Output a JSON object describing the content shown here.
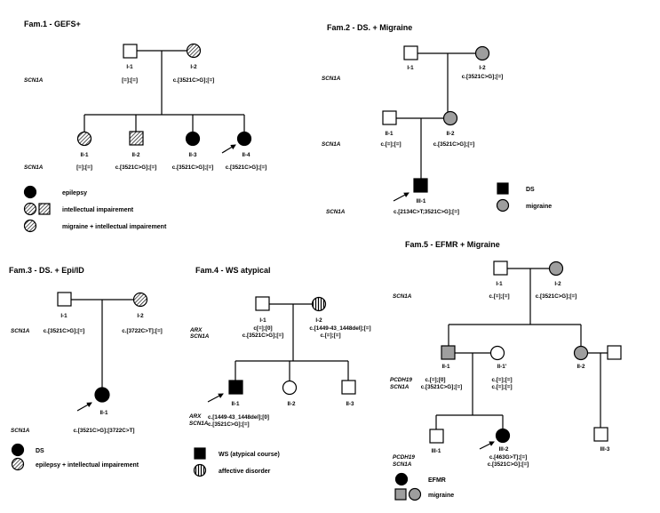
{
  "fam1": {
    "title": "Fam.1 - GEFS+",
    "gene": "SCN1A",
    "i1": {
      "id": "I-1",
      "geno": "[=];[=]"
    },
    "i2": {
      "id": "I-2",
      "geno": "c.[3521C>G];[=]"
    },
    "ii1": {
      "id": "II-1",
      "geno": "[=];[=]"
    },
    "ii2": {
      "id": "II-2",
      "geno": "c.[3521C>G];[=]"
    },
    "ii3": {
      "id": "II-3",
      "geno": "c.[3521C>G];[=]"
    },
    "ii4": {
      "id": "II-4",
      "geno": "c.[3521C>G];[=]"
    },
    "legend": [
      "epilepsy",
      "intellectual impairement",
      "migraine + intellectual impairement"
    ]
  },
  "fam2": {
    "title": "Fam.2 - DS. + Migraine",
    "gene": "SCN1A",
    "i1": {
      "id": "I-1"
    },
    "i2": {
      "id": "I-2",
      "geno": "c.[3521C>G];[=]"
    },
    "ii1": {
      "id": "II-1",
      "geno": "c.[=];[=]"
    },
    "ii2": {
      "id": "II-2",
      "geno": "c.[3521C>G];[=]"
    },
    "iii1": {
      "id": "III-1",
      "geno": "c.[2134C>T;3521C>G];[=]"
    },
    "legend": [
      "DS",
      "migraine"
    ]
  },
  "fam3": {
    "title": "Fam.3 - DS. + Epi/ID",
    "gene": "SCN1A",
    "i1": {
      "id": "I-1",
      "geno": "c.[3521C>G];[=]"
    },
    "i2": {
      "id": "I-2",
      "geno": "c.[3722C>T];[=]"
    },
    "ii1": {
      "id": "II-1",
      "geno": "c.[3521C>G];[3722C>T]"
    },
    "legend": [
      "DS",
      "epilepsy + intellectual impairement"
    ]
  },
  "fam4": {
    "title": "Fam.4 - WS atypical",
    "genes": [
      "ARX",
      "SCN1A"
    ],
    "i1": {
      "id": "I-1",
      "geno": [
        "c[=];[0]",
        "c.[3521C>G];[=]"
      ]
    },
    "i2": {
      "id": "I-2",
      "geno": [
        "c.[1449-43_1448del];[=]",
        "c.[=];[=]"
      ]
    },
    "ii1": {
      "id": "II-1",
      "geno": [
        "c.[1449-43_1448del];[0]",
        "c.[3521C>G];[=]"
      ]
    },
    "ii2": {
      "id": "II-2"
    },
    "ii3": {
      "id": "II-3"
    },
    "legend": [
      "WS (atypical course)",
      "affective disorder"
    ]
  },
  "fam5": {
    "title": "Fam.5 -  EFMR + Migraine",
    "gene": "SCN1A",
    "genes": [
      "PCDH19",
      "SCN1A"
    ],
    "i1": {
      "id": "I-1",
      "geno": "c.[=];[=]"
    },
    "i2": {
      "id": "I-2",
      "geno": "c.[3521C>G];[=]"
    },
    "ii1": {
      "id": "II-1",
      "geno": [
        "c.[=];[0]",
        "c.[3521C>G];[=]"
      ]
    },
    "ii1p": {
      "id": "II-1'",
      "geno": [
        "c.[=];[=]",
        "c.[=];[=]"
      ]
    },
    "ii2": {
      "id": "II-2"
    },
    "iii1": {
      "id": "III-1"
    },
    "iii2": {
      "id": "III-2",
      "geno": [
        "c.[463G>T];[=]",
        "c.[3521C>G];[=]"
      ]
    },
    "iii3": {
      "id": "III-3"
    },
    "legend": [
      "EFMR",
      "migraine"
    ]
  }
}
